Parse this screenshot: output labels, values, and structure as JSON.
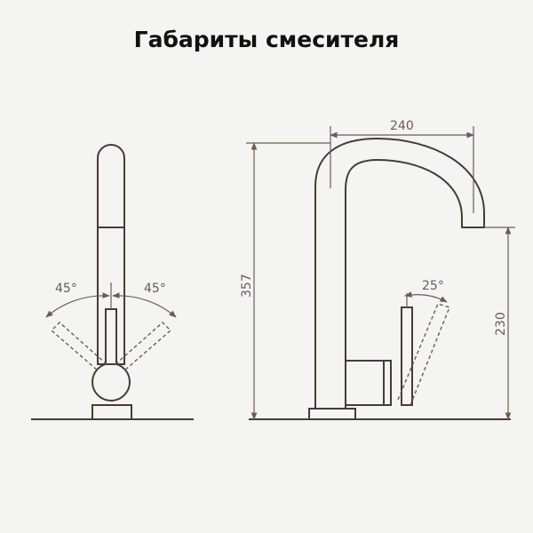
{
  "title": "Габариты смесителя",
  "side_view": {
    "angle_left": "45°",
    "angle_right": "45°"
  },
  "front_view": {
    "width": "240",
    "total_height": "357",
    "spout_height": "230",
    "lever_angle": "25°"
  },
  "colors": {
    "background": "#f4f4f2",
    "outline": "#4a3a36",
    "dimension": "#6e5a56",
    "title": "#111111"
  }
}
